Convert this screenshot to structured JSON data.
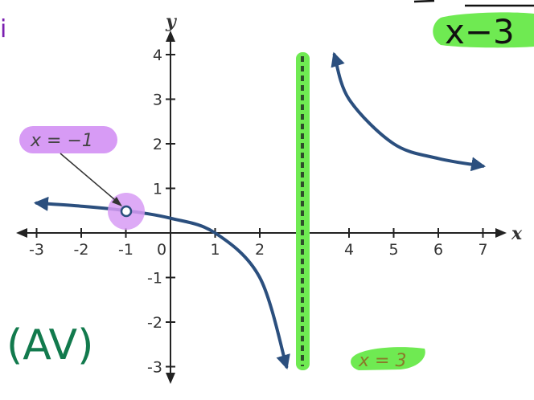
{
  "chart_data": {
    "type": "line",
    "xlabel": "x",
    "ylabel": "y",
    "xlim": [
      -3.6,
      7.6
    ],
    "ylim": [
      -3.5,
      4.5
    ],
    "x_ticks": [
      "-3",
      "-2",
      "-1",
      "0",
      "1",
      "2",
      "3",
      "4",
      "5",
      "6",
      "7"
    ],
    "y_ticks": [
      "1",
      "2",
      "3",
      "4",
      "-1",
      "-2",
      "-3"
    ],
    "curve": {
      "left_branch": [
        {
          "x": -3.0,
          "y": 0.67
        },
        {
          "x": -2.0,
          "y": 0.6
        },
        {
          "x": -1.0,
          "y": 0.5
        },
        {
          "x": 0.0,
          "y": 0.33
        },
        {
          "x": 1.0,
          "y": 0.0
        },
        {
          "x": 2.0,
          "y": -1.0
        },
        {
          "x": 2.6,
          "y": -3.0
        }
      ],
      "right_branch": [
        {
          "x": 3.67,
          "y": 4.0
        },
        {
          "x": 4.0,
          "y": 3.0
        },
        {
          "x": 5.0,
          "y": 2.0
        },
        {
          "x": 6.0,
          "y": 1.67
        },
        {
          "x": 7.0,
          "y": 1.5
        }
      ]
    },
    "hole": {
      "x": -1,
      "y": 0.5
    },
    "asymptote": {
      "x": 3
    },
    "annotations": {
      "hole_label": "x = −1",
      "asymptote_label": "x = 3",
      "av_note": "(AV)",
      "denominator_note": "x−3",
      "corner_mark": "i"
    }
  },
  "colors": {
    "curve": "#2b4f7e",
    "axis": "#222222",
    "highlight_green": "#6fea52",
    "highlight_purple": "#d79bf5",
    "ink_green": "#127a4d",
    "ink_purple": "#7a1fb0",
    "ink_black": "#111111"
  }
}
